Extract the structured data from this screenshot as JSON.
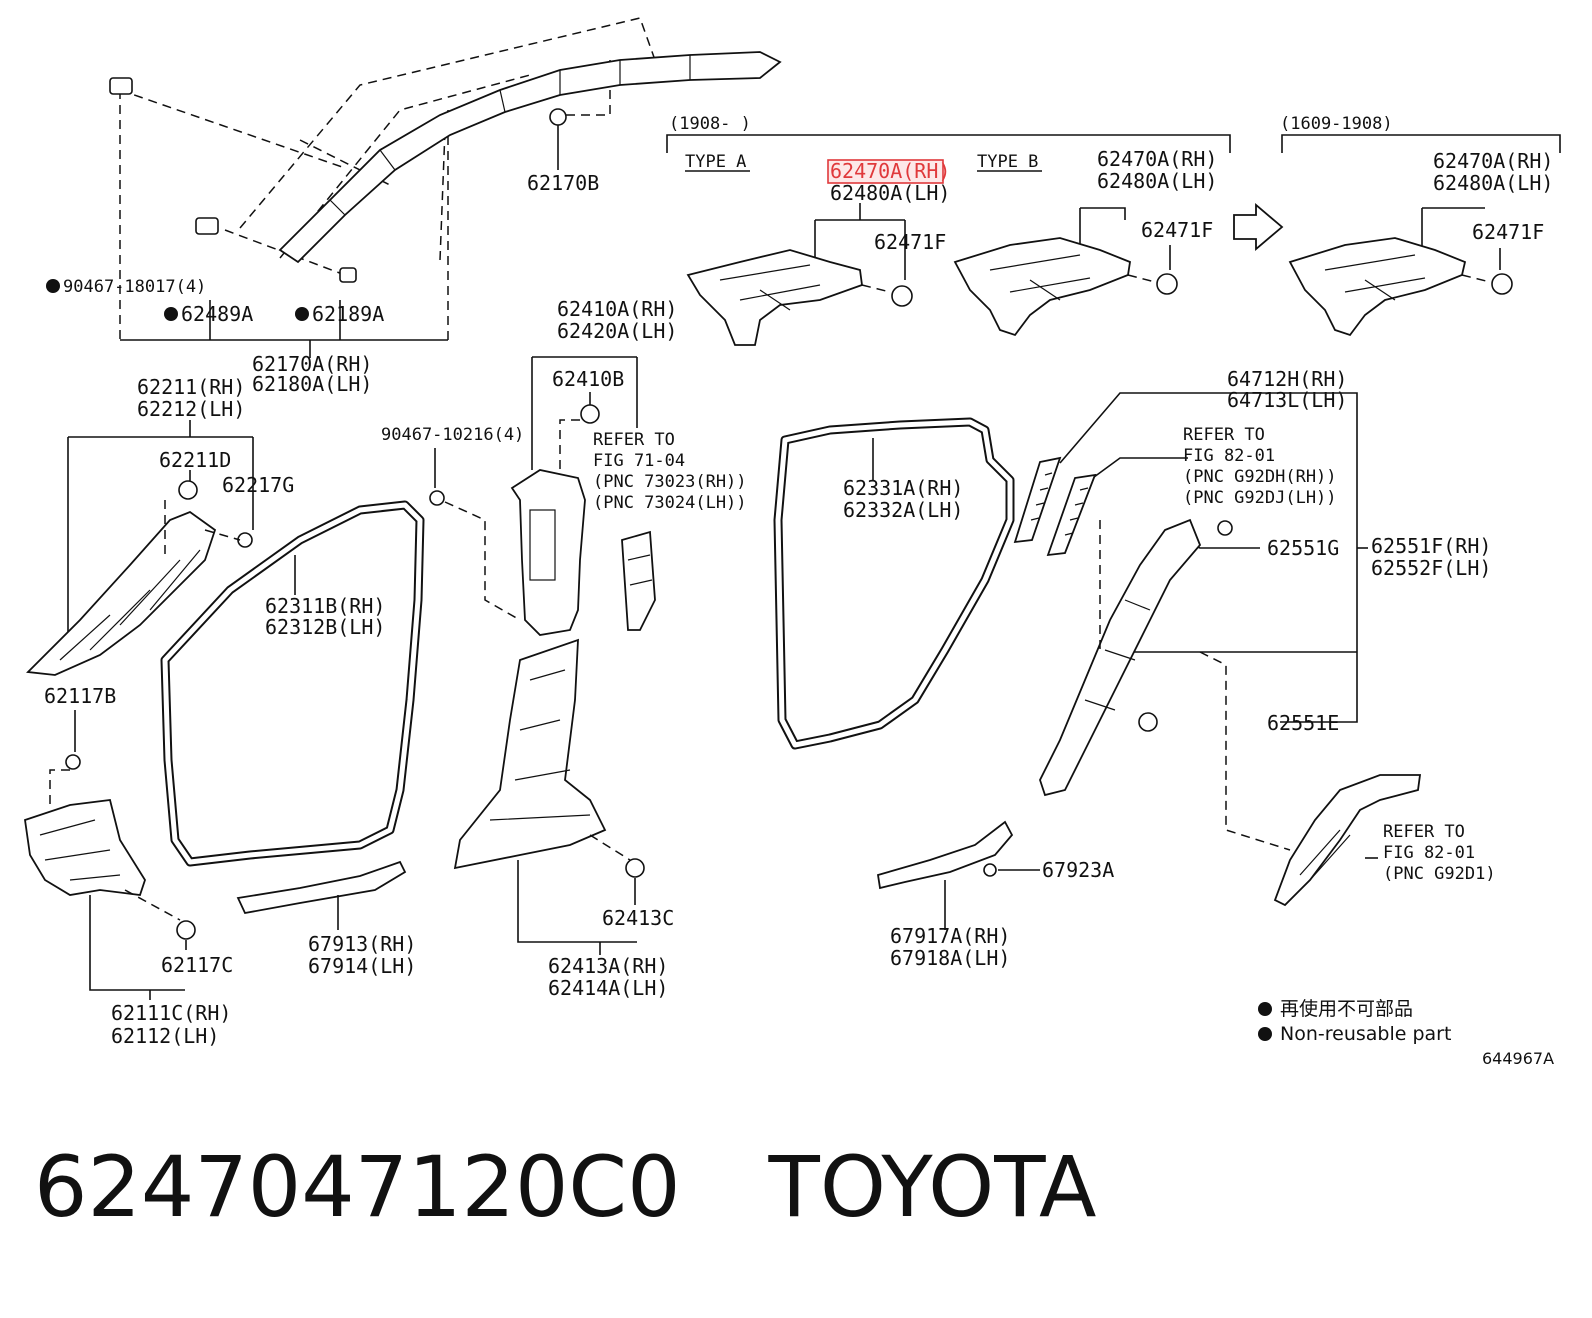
{
  "labels": {
    "l_62170B": "62170B",
    "l_9046718017": "90467-18017(4)",
    "l_62489A": "62489A",
    "l_62189A": "62189A",
    "l_62170A": "62170A(RH)",
    "l_62180A": "62180A(LH)",
    "l_62211": "62211(RH)",
    "l_62212": "62212(LH)",
    "l_62211D": "62211D",
    "l_62217G": "62217G",
    "l_62117B": "62117B",
    "l_62117C": "62117C",
    "l_62111C": "62111C(RH)",
    "l_62112": "62112(LH)",
    "l_62410A": "62410A(RH)",
    "l_62420A": "62420A(LH)",
    "l_62410B": "62410B",
    "l_9046710216": "90467-10216(4)",
    "l_refer7104_1": "REFER TO",
    "l_refer7104_2": "FIG 71-04",
    "l_refer7104_3": "(PNC 73023(RH))",
    "l_refer7104_4": "(PNC 73024(LH))",
    "l_62311B": "62311B(RH)",
    "l_62312B": "62312B(LH)",
    "l_62413C": "62413C",
    "l_62413A": "62413A(RH)",
    "l_62414A": "62414A(LH)",
    "l_67913": "67913(RH)",
    "l_67914": "67914(LH)",
    "l_1908": "(1908-     )",
    "l_typeA": "TYPE A",
    "l_typeB": "TYPE B",
    "l_62470A_a": "62470A(RH)",
    "l_62480A_a": "62480A(LH)",
    "l_62471F_a": "62471F",
    "l_62470A_b": "62470A(RH)",
    "l_62480A_b": "62480A(LH)",
    "l_62471F_b": "62471F",
    "l_16091908": "(1609-1908)",
    "l_62470A_c": "62470A(RH)",
    "l_62480A_c": "62480A(LH)",
    "l_62471F_c": "62471F",
    "l_62331A": "62331A(RH)",
    "l_62332A": "62332A(LH)",
    "l_64712H": "64712H(RH)",
    "l_64713L": "64713L(LH)",
    "l_refer8201a_1": "REFER TO",
    "l_refer8201a_2": "FIG 82-01",
    "l_refer8201a_3": "(PNC G92DH(RH))",
    "l_refer8201a_4": "(PNC G92DJ(LH))",
    "l_62551G": "62551G",
    "l_62551F": "62551F(RH)",
    "l_62552F": "62552F(LH)",
    "l_62551E": "62551E",
    "l_67923A": "67923A",
    "l_67917A": "67917A(RH)",
    "l_67918A": "67918A(LH)",
    "l_refer8201b_1": "REFER TO",
    "l_refer8201b_2": "FIG 82-01",
    "l_refer8201b_3": "(PNC G92D1)"
  },
  "legend": {
    "line_cn": "再使用不可部品",
    "line_en": "Non-reusable part",
    "figure_number": "644967A"
  },
  "highlighted_part": "62470A(RH)",
  "highlight_color": "#e0393b",
  "caption": {
    "part_number": "6247047120C0",
    "brand": "TOYOTA"
  }
}
